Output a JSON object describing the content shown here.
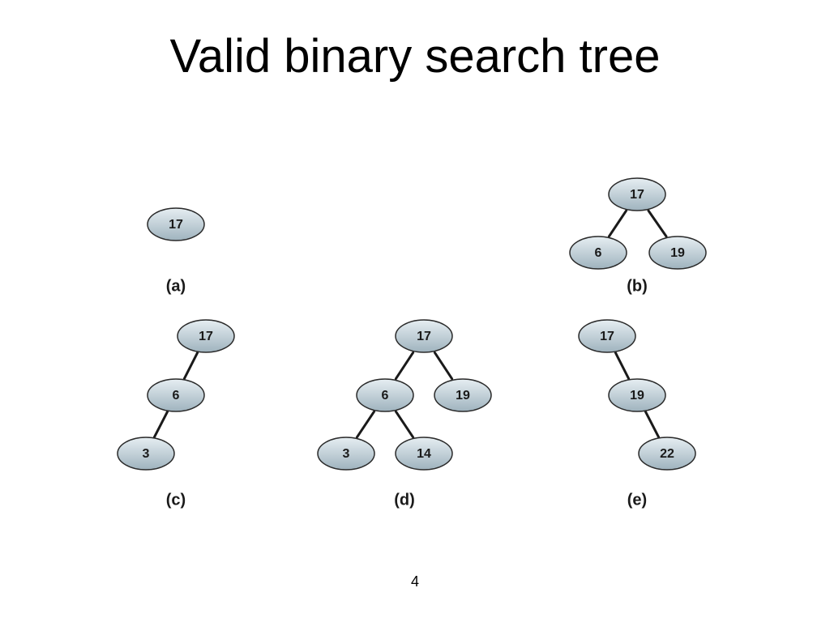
{
  "slide": {
    "title": "Valid binary search tree",
    "page_number": "4"
  },
  "colors": {
    "node_fill_light": "#e6eef2",
    "node_fill_dark": "#9fb3be",
    "node_stroke": "#2a2a2a",
    "edge": "#1a1a1a"
  },
  "trees": [
    {
      "id": "a",
      "caption": "(a)",
      "nodes": [
        {
          "id": "n17",
          "label": "17"
        }
      ],
      "edges": []
    },
    {
      "id": "b",
      "caption": "(b)",
      "nodes": [
        {
          "id": "n17",
          "label": "17"
        },
        {
          "id": "n6",
          "label": "6"
        },
        {
          "id": "n19",
          "label": "19"
        }
      ],
      "edges": [
        [
          "n17",
          "n6"
        ],
        [
          "n17",
          "n19"
        ]
      ]
    },
    {
      "id": "c",
      "caption": "(c)",
      "nodes": [
        {
          "id": "n17",
          "label": "17"
        },
        {
          "id": "n6",
          "label": "6"
        },
        {
          "id": "n3",
          "label": "3"
        }
      ],
      "edges": [
        [
          "n17",
          "n6"
        ],
        [
          "n6",
          "n3"
        ]
      ]
    },
    {
      "id": "d",
      "caption": "(d)",
      "nodes": [
        {
          "id": "n17",
          "label": "17"
        },
        {
          "id": "n6",
          "label": "6"
        },
        {
          "id": "n19",
          "label": "19"
        },
        {
          "id": "n3",
          "label": "3"
        },
        {
          "id": "n14",
          "label": "14"
        }
      ],
      "edges": [
        [
          "n17",
          "n6"
        ],
        [
          "n17",
          "n19"
        ],
        [
          "n6",
          "n3"
        ],
        [
          "n6",
          "n14"
        ]
      ]
    },
    {
      "id": "e",
      "caption": "(e)",
      "nodes": [
        {
          "id": "n17",
          "label": "17"
        },
        {
          "id": "n19",
          "label": "19"
        },
        {
          "id": "n22",
          "label": "22"
        }
      ],
      "edges": [
        [
          "n17",
          "n19"
        ],
        [
          "n19",
          "n22"
        ]
      ]
    }
  ]
}
